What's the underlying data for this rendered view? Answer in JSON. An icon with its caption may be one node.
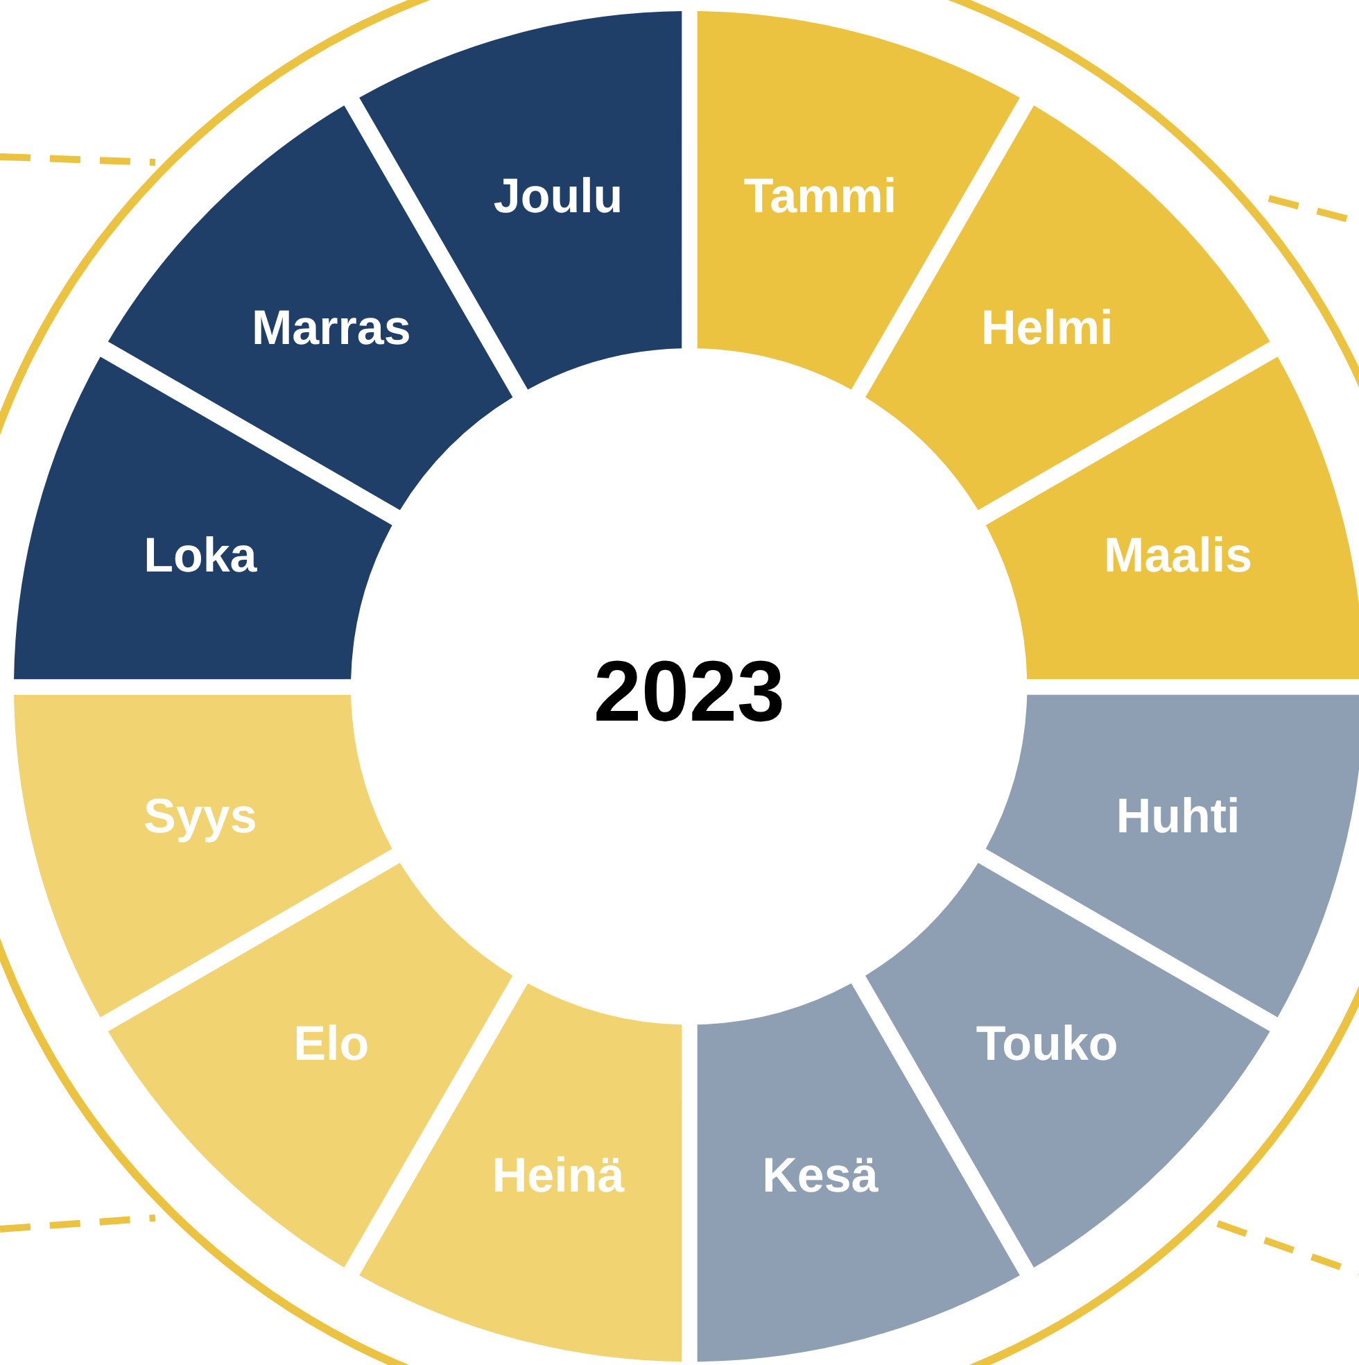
{
  "diagram": {
    "nodes": [
      {
        "text": [
          "2023"
        ]
      },
      {
        "text": [
          "Tammi"
        ]
      },
      {
        "text": [
          "Helmi"
        ]
      },
      {
        "text": [
          "Maalis"
        ]
      },
      {
        "text": [
          "Huhti"
        ]
      },
      {
        "text": [
          "Touko"
        ]
      },
      {
        "text": [
          "Kesä"
        ]
      },
      {
        "text": [
          "Heinä"
        ]
      },
      {
        "text": [
          "Elo"
        ]
      },
      {
        "text": [
          "Syys"
        ]
      },
      {
        "text": [
          "Loka"
        ]
      },
      {
        "text": [
          "Marras"
        ]
      },
      {
        "text": [
          "Joulu"
        ]
      }
    ]
  }
}
